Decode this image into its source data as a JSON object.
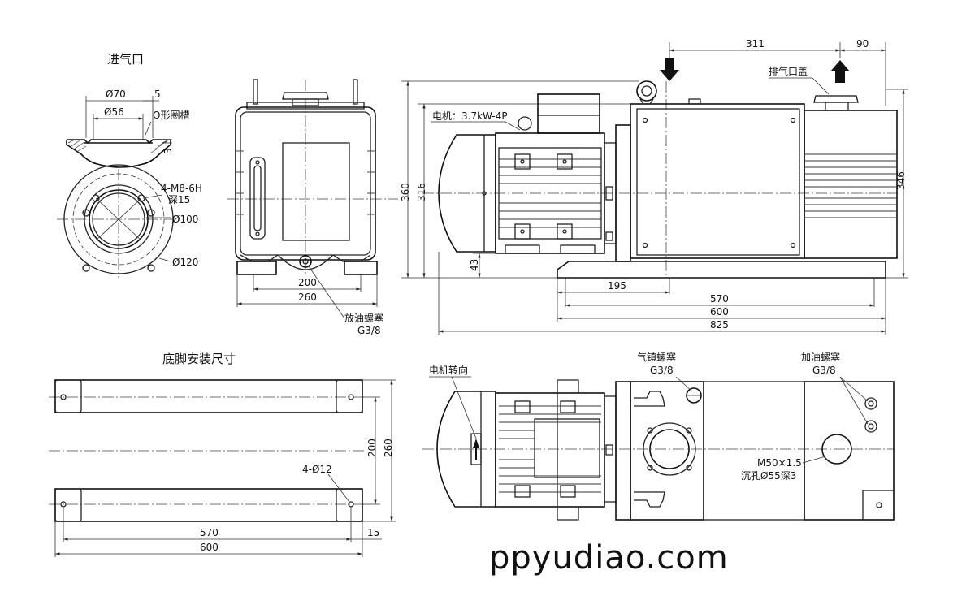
{
  "titles": {
    "inlet": "进气口",
    "foot": "底脚安装尺寸"
  },
  "inlet_labels": {
    "d70": "Ø70",
    "five": "5",
    "d56": "Ø56",
    "oring": "O形圈槽",
    "three": "3",
    "m8": "4-M8-6H",
    "depth15": "深15",
    "d100": "Ø100",
    "d120": "Ø120"
  },
  "front_labels": {
    "w200": "200",
    "w260": "260",
    "drain1": "放油螺塞",
    "drain2": "G3/8"
  },
  "side_labels": {
    "motor": "电机：3.7kW-4P",
    "exhaust_cap": "排气口盖",
    "d311": "311",
    "d90": "90",
    "h360": "360",
    "h316": "316",
    "h346": "346",
    "h43": "43",
    "l195": "195",
    "l570": "570",
    "l600": "600",
    "l825": "825"
  },
  "foot_labels": {
    "w200": "200",
    "w260": "260",
    "holes": "4-Ø12",
    "l570": "570",
    "l600": "600",
    "e15": "15"
  },
  "top_labels": {
    "rotation": "电机转向",
    "gas_ballast1": "气镇螺塞",
    "gas_ballast2": "G3/8",
    "oil_fill1": "加油螺塞",
    "oil_fill2": "G3/8",
    "thread": "M50×1.5",
    "counterbore": "沉孔Ø55深3"
  },
  "watermark": "ppyudiao.com"
}
